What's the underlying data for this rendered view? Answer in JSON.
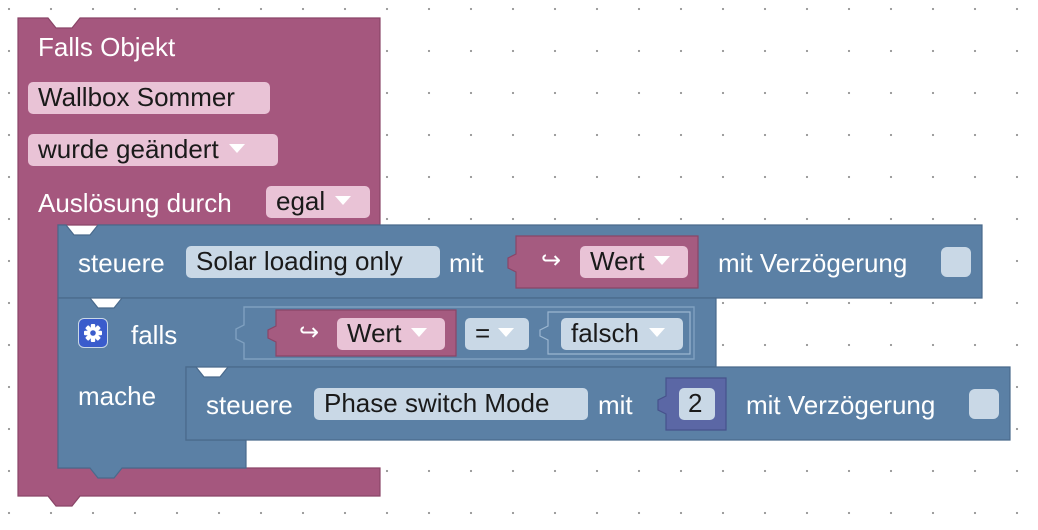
{
  "event_block": {
    "title": "Falls Objekt",
    "object_name": "Wallbox Sommer",
    "condition": "wurde geändert",
    "trigger_label": "Auslösung durch",
    "trigger_value": "egal"
  },
  "control_block_1": {
    "label": "steuere",
    "object_name": "Solar loading only",
    "with_label": "mit",
    "value_arrow": "↪",
    "value_name": "Wert",
    "delay_label": "mit Verzögerung"
  },
  "if_block": {
    "if_label": "falls",
    "do_label": "mache",
    "compare_left_arrow": "↪",
    "compare_left_value": "Wert",
    "operator": "=",
    "compare_right_value": "falsch"
  },
  "control_block_2": {
    "label": "steuere",
    "object_name": "Phase switch Mode",
    "with_label": "mit",
    "number_value": "2",
    "delay_label": "mit Verzögerung"
  },
  "colors": {
    "event_block": "#a5577e",
    "control_block": "#5b80a5",
    "logic_block": "#5b80a5",
    "number_block": "#5b67a5",
    "value_block": "#a55b80"
  }
}
